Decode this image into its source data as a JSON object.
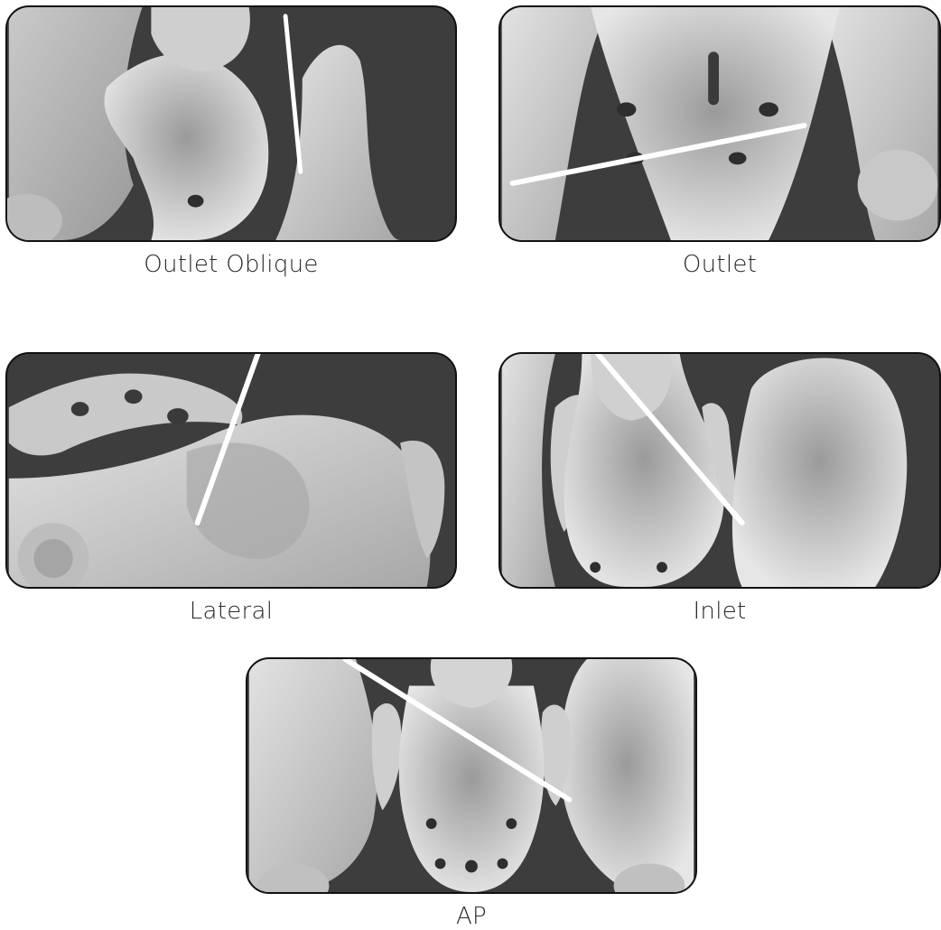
{
  "views": [
    {
      "id": "outlet-oblique",
      "caption": "Outlet Oblique"
    },
    {
      "id": "outlet",
      "caption": "Outlet"
    },
    {
      "id": "lateral",
      "caption": "Lateral"
    },
    {
      "id": "inlet",
      "caption": "Inlet"
    },
    {
      "id": "ap",
      "caption": "AP"
    }
  ],
  "colors": {
    "background": "#3b3b3b",
    "bone": "#d9d9d9",
    "guidewire": "#ffffff",
    "border": "#111111"
  }
}
